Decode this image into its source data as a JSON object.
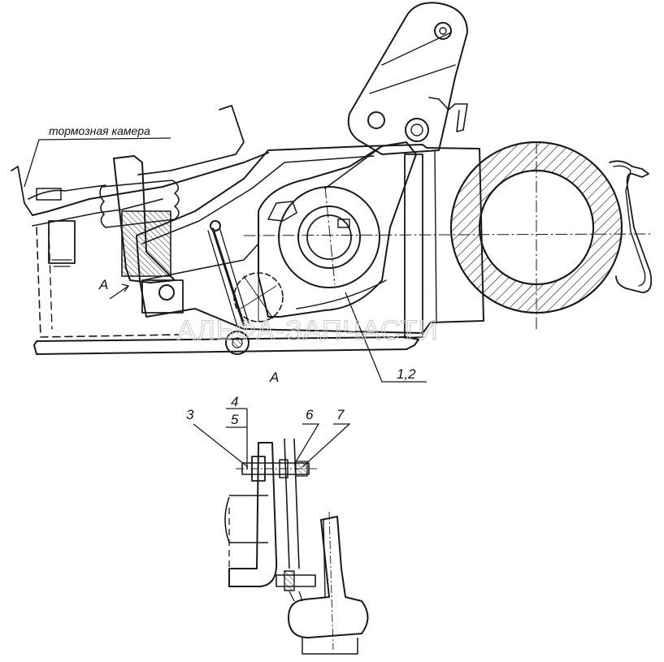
{
  "diagram": {
    "callout_brake_chamber": "тормозная камера",
    "view_arrow_label": "A",
    "view_section_title": "A",
    "part_label_1_2": "1,2",
    "part_label_3": "3",
    "part_label_4": "4",
    "part_label_5": "5",
    "part_label_6": "6",
    "part_label_7": "7",
    "watermark": "АЛЬФА-ЗАПЧАСТИ"
  }
}
